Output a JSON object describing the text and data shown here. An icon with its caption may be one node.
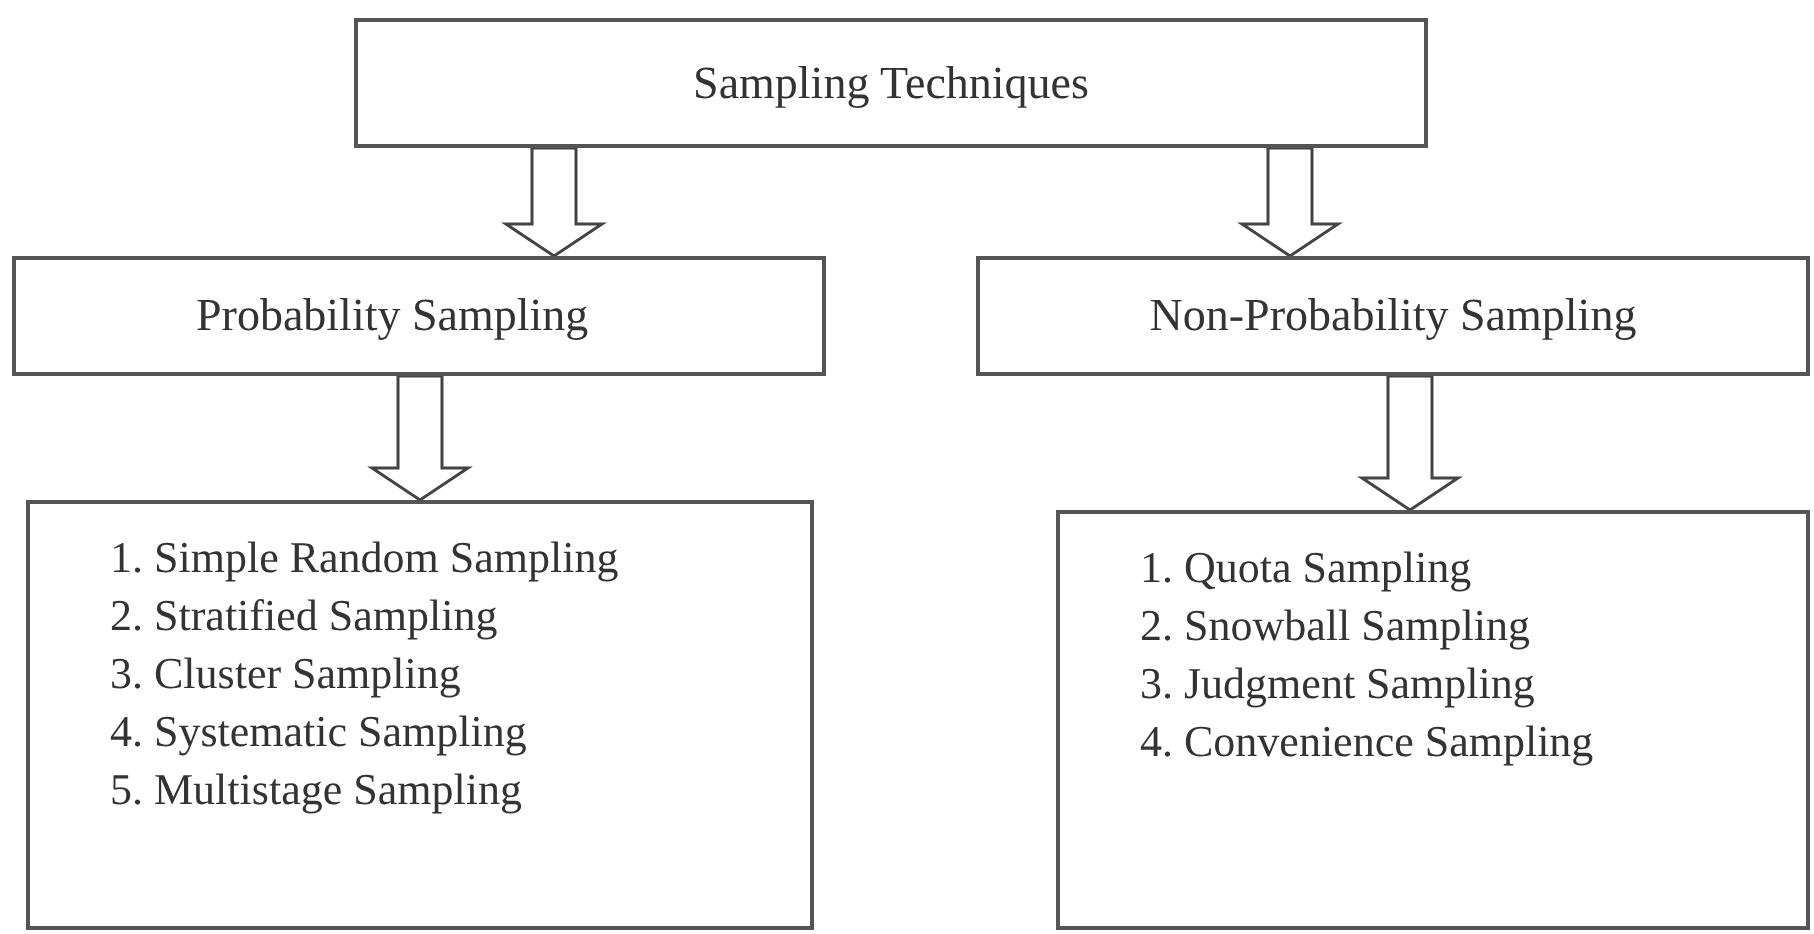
{
  "diagram": {
    "nodes": [
      {
        "text": [
          "Sampling Techniques"
        ]
      },
      {
        "text": [
          "Probability Sampling"
        ]
      },
      {
        "text": [
          "Non-Probability Sampling"
        ]
      },
      {
        "text": [
          "1. Simple Random Sampling",
          "2. Stratified Sampling",
          "3. Cluster Sampling",
          "4. Systematic Sampling",
          "5. Multistage Sampling"
        ]
      },
      {
        "text": [
          "1. Quota Sampling",
          "2. Snowball Sampling",
          "3. Judgment Sampling",
          "4. Convenience Sampling"
        ]
      }
    ],
    "edges": [
      {
        "from": 0,
        "to": 1,
        "arrow": "to"
      },
      {
        "from": 0,
        "to": 2,
        "arrow": "to"
      },
      {
        "from": 1,
        "to": 3,
        "arrow": "to"
      },
      {
        "from": 2,
        "to": 4,
        "arrow": "to"
      }
    ]
  }
}
